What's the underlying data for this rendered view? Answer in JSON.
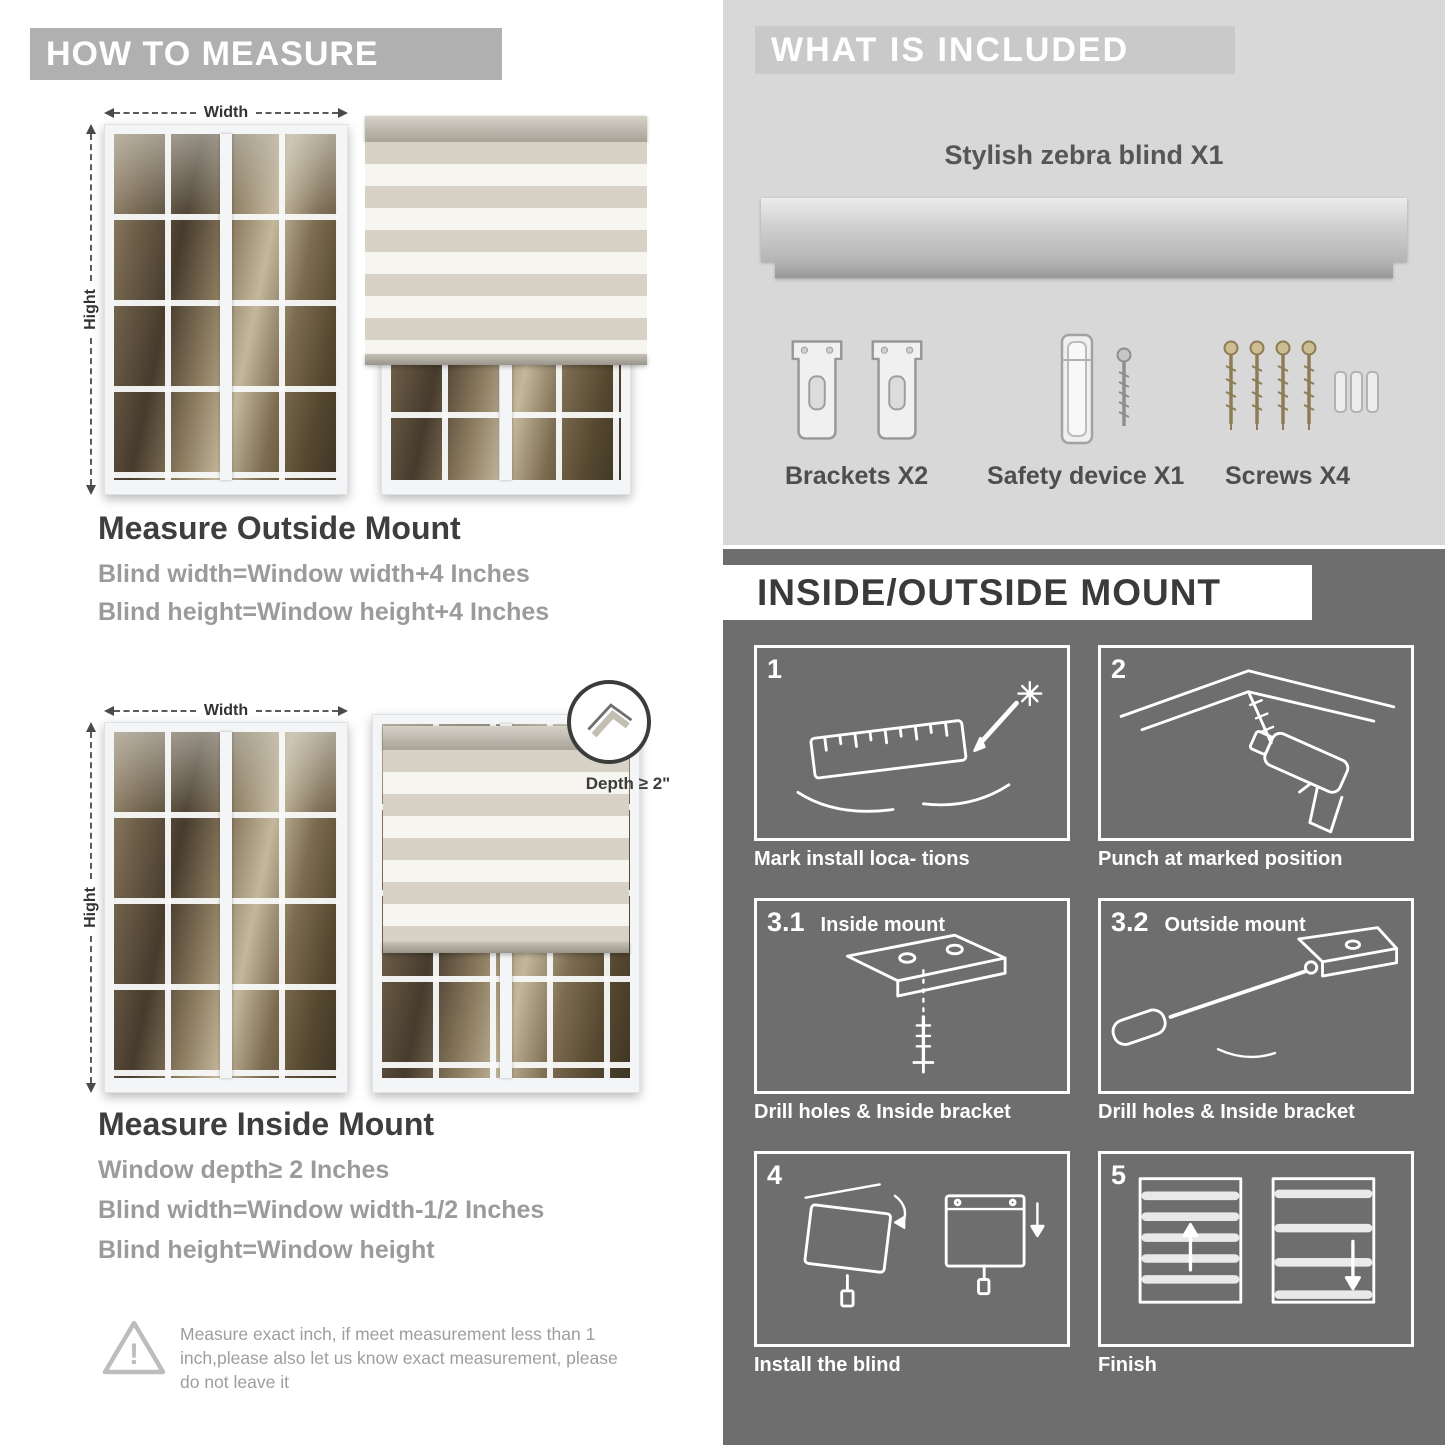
{
  "colors": {
    "left_header_bg": "#b0b0b0",
    "included_header_bg": "#c9c9c9",
    "right_top_bg": "#d8d8d8",
    "dark_section_bg": "#6e6e6e",
    "heading_text": "#3e3e3e",
    "body_text": "#9b9b9b",
    "stripe_beige": "#d7d2c5"
  },
  "left": {
    "header": "HOW TO MEASURE",
    "outside": {
      "width_label": "Width",
      "height_label": "Hight",
      "title": "Measure Outside Mount",
      "lines": [
        "Blind width=Window width+4 Inches",
        "Blind height=Window height+4 Inches"
      ]
    },
    "inside": {
      "width_label": "Width",
      "height_label": "Hight",
      "depth_callout": "Depth ≥ 2\"",
      "title": "Measure Inside Mount",
      "lines": [
        "Window depth≥ 2 Inches",
        "Blind width=Window width-1/2 Inches",
        "Blind height=Window height"
      ]
    },
    "warning": {
      "icon": "!",
      "text": "Measure exact inch, if meet measurement less than 1 inch,please also let us know exact measurement, please do not leave it"
    }
  },
  "right": {
    "included": {
      "header": "WHAT IS INCLUDED",
      "blind_label": "Stylish zebra blind X1",
      "items": [
        {
          "icon": "bracket-icon",
          "label": "Brackets X2"
        },
        {
          "icon": "safety-device-icon",
          "label": "Safety device X1"
        },
        {
          "icon": "screws-icon",
          "label": "Screws X4"
        }
      ]
    },
    "mount": {
      "header": "INSIDE/OUTSIDE MOUNT",
      "steps": [
        {
          "num": "1",
          "label": "",
          "caption": "Mark install loca- tions"
        },
        {
          "num": "2",
          "label": "",
          "caption": "Punch at  marked position"
        },
        {
          "num": "3.1",
          "label": "Inside mount",
          "caption": "Drill holes &  Inside bracket"
        },
        {
          "num": "3.2",
          "label": "Outside mount",
          "caption": "Drill holes &  Inside bracket"
        },
        {
          "num": "4",
          "label": "",
          "caption": "Install the blind"
        },
        {
          "num": "5",
          "label": "",
          "caption": "Finish"
        }
      ]
    }
  }
}
